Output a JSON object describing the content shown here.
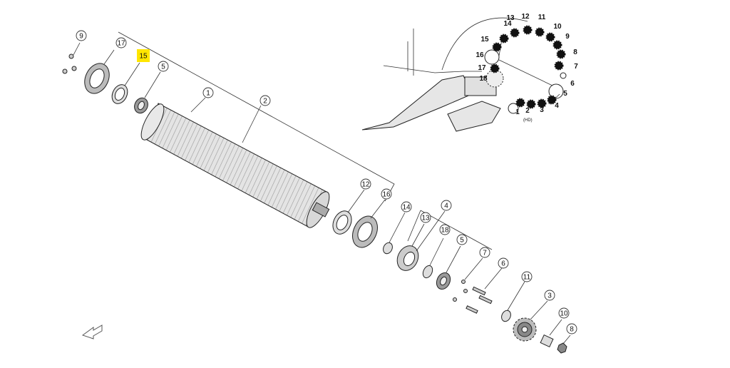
{
  "diagram": {
    "callouts_main": [
      "9",
      "17",
      "15",
      "5",
      "1",
      "2",
      "12",
      "16",
      "14",
      "13",
      "4",
      "18",
      "5",
      "7",
      "6",
      "11",
      "3",
      "10",
      "8"
    ],
    "highlight_color": "#ffe600",
    "highlighted_callout": "15",
    "inset": {
      "ring_numbers": [
        "14",
        "13",
        "12",
        "11",
        "10",
        "9",
        "8",
        "7",
        "6",
        "5",
        "4",
        "3",
        "2",
        "1",
        "15",
        "16",
        "17",
        "18"
      ],
      "hd_label": "(HD)"
    },
    "icons": [
      "direction-arrow-icon"
    ]
  }
}
